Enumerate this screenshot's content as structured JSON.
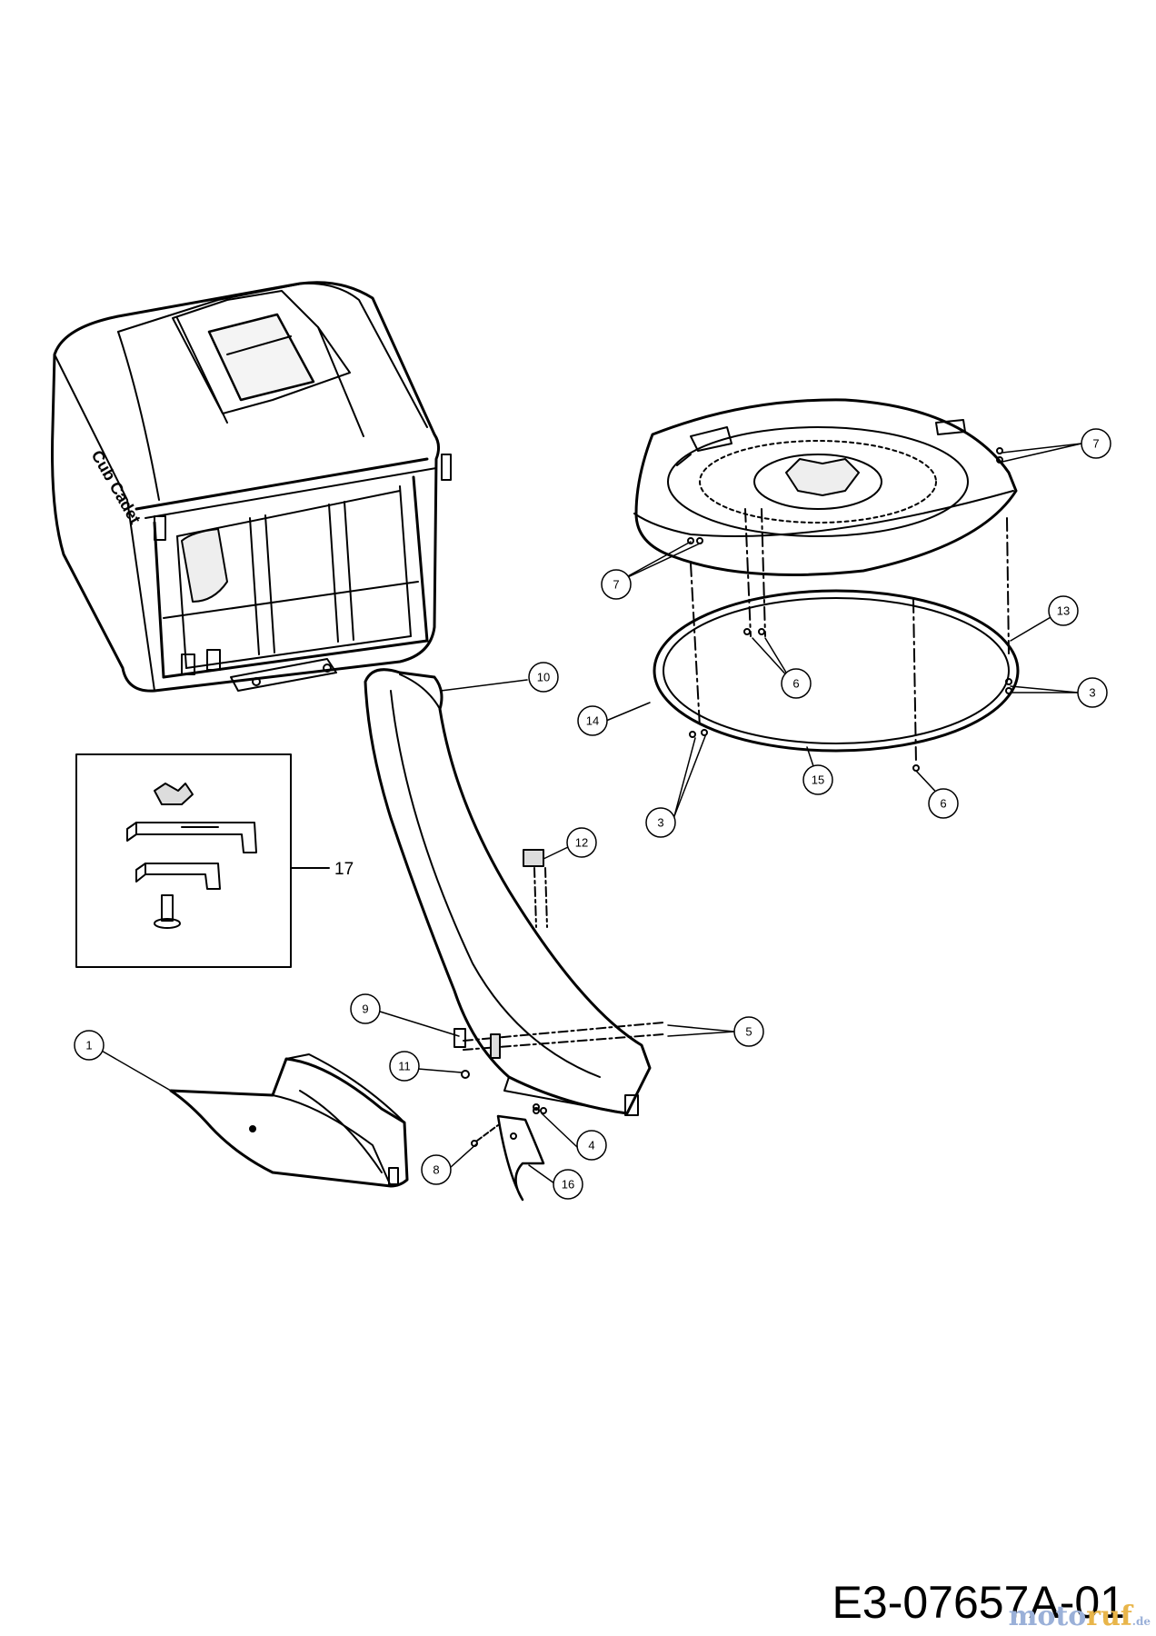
{
  "diagram": {
    "drawing_number": "E3-07657A-01",
    "brand_on_bin": "Cub Cadet",
    "watermark": {
      "part1": "moto",
      "part2": "ruf",
      "suffix": ".de"
    },
    "callouts": [
      {
        "id": "c1",
        "label": "1"
      },
      {
        "id": "c3a",
        "label": "3"
      },
      {
        "id": "c3b",
        "label": "3"
      },
      {
        "id": "c4",
        "label": "4"
      },
      {
        "id": "c5",
        "label": "5"
      },
      {
        "id": "c6a",
        "label": "6"
      },
      {
        "id": "c6b",
        "label": "6"
      },
      {
        "id": "c7a",
        "label": "7"
      },
      {
        "id": "c7b",
        "label": "7"
      },
      {
        "id": "c8",
        "label": "8"
      },
      {
        "id": "c9",
        "label": "9"
      },
      {
        "id": "c10",
        "label": "10"
      },
      {
        "id": "c11",
        "label": "11"
      },
      {
        "id": "c12",
        "label": "12"
      },
      {
        "id": "c13",
        "label": "13"
      },
      {
        "id": "c14",
        "label": "14"
      },
      {
        "id": "c15",
        "label": "15"
      },
      {
        "id": "c16",
        "label": "16"
      }
    ],
    "inset_label": "17"
  }
}
